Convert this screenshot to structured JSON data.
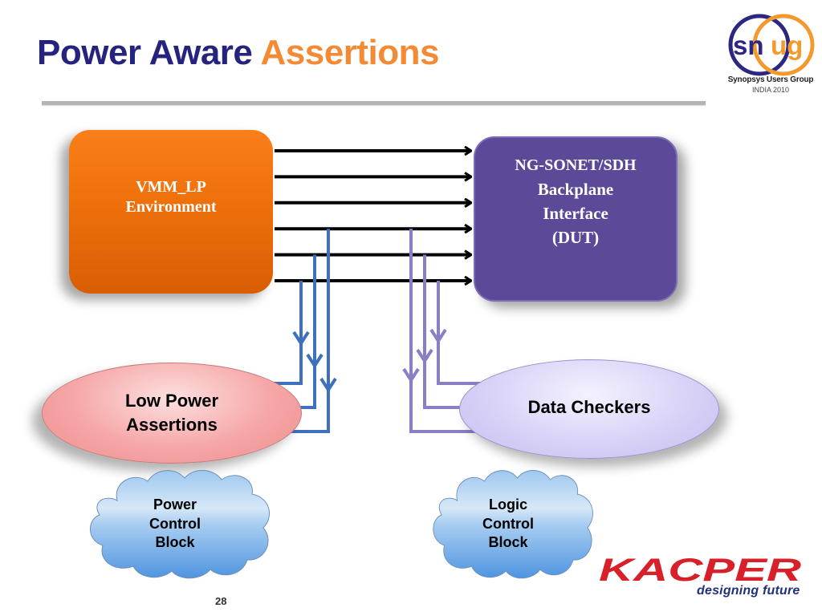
{
  "slide": {
    "title_part1": "Power Aware",
    "title_part2": "Assertions",
    "page_number": "28"
  },
  "logos": {
    "snug": {
      "mark": "snug",
      "mark_part1": "sn",
      "mark_part2": "ug",
      "caption": "Synopsys Users Group",
      "subcaption": "INDIA 2010"
    },
    "kacper": {
      "name": "KACPER",
      "tagline": "designing future"
    }
  },
  "diagram": {
    "env_block": {
      "line1": "VMM_LP",
      "line2": "Environment"
    },
    "dut_block": {
      "line1": "NG-SONET/SDH",
      "line2": "Backplane",
      "line3": "Interface",
      "line4": "(DUT)"
    },
    "low_power_assertions": {
      "line1": "Low Power",
      "line2": "Assertions"
    },
    "data_checkers": {
      "label": "Data Checkers"
    },
    "power_control_block": {
      "line1": "Power",
      "line2": "Control",
      "line3": "Block"
    },
    "logic_control_block": {
      "line1": "Logic",
      "line2": "Control",
      "line3": "Block"
    },
    "connections": {
      "env_to_dut_signals": 6,
      "taps_to_low_power_assertions": 3,
      "taps_to_data_checkers": 3
    }
  },
  "colors": {
    "title_primary": "#26237f",
    "title_accent": "#f58a35",
    "env_block": "#f0720c",
    "dut_block": "#5c4a98",
    "blue_taps": "#3f6fbf",
    "purple_taps": "#8a7fc4",
    "signal_arrows": "#000000",
    "kacper_red": "#d8202a"
  }
}
